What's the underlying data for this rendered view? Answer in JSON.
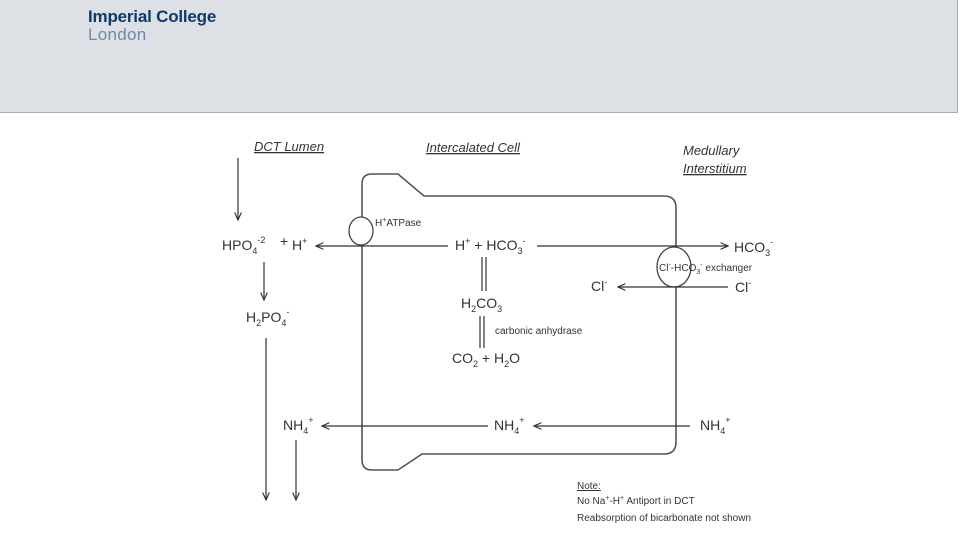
{
  "header": {
    "logo_line1": "Imperial College",
    "logo_line2": "London"
  },
  "diagram": {
    "headings": {
      "lumen": "DCT Lumen",
      "cell": "Intercalated Cell",
      "interstitium_line1": "Medullary",
      "interstitium_line2": "Interstitium"
    },
    "atpase_label": "ATPase",
    "exchanger_label": "exchanger",
    "enzyme_label": "carbonic anhydrase",
    "note": {
      "title": "Note:",
      "line1": "Antiport in DCT",
      "line2": "Reabsorption of bicarbonate not shown"
    }
  }
}
